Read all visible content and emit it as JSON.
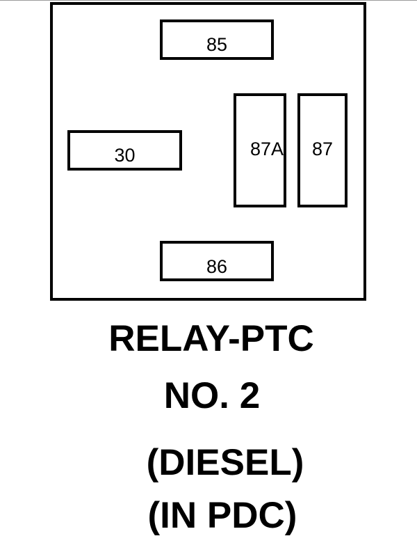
{
  "diagram": {
    "pins": {
      "pin_85": "85",
      "pin_30": "30",
      "pin_87a": "87A",
      "pin_87": "87",
      "pin_86": "86"
    },
    "caption": {
      "line_1": "RELAY-PTC",
      "line_2": "NO. 2",
      "line_3": "(DIESEL)",
      "line_4": "(IN PDC)"
    }
  },
  "colors": {
    "line": "#000000",
    "background": "#ffffff"
  }
}
